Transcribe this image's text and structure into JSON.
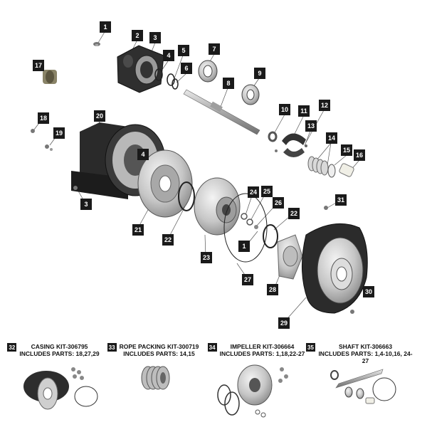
{
  "callouts": [
    "1",
    "2",
    "3",
    "4",
    "5",
    "6",
    "7",
    "8",
    "9",
    "10",
    "11",
    "12",
    "13",
    "14",
    "15",
    "16",
    "17",
    "18",
    "19",
    "20",
    "4",
    "3",
    "21",
    "22",
    "23",
    "24",
    "25",
    "26",
    "1",
    "22",
    "27",
    "28",
    "29",
    "30",
    "31"
  ],
  "kits": [
    {
      "number": "32",
      "title": "CASING KIT-306795",
      "parts": "INCLUDES PARTS: 18,27,29"
    },
    {
      "number": "33",
      "title": "ROPE PACKING KIT-300719",
      "parts": "INCLUDES PARTS: 14,15"
    },
    {
      "number": "34",
      "title": "IMPELLER KIT-306664",
      "parts": "INCLUDES PARTS: 1,18,22-27"
    },
    {
      "number": "35",
      "title": "SHAFT KIT-306663",
      "parts": "INCLUDES PARTS: 1,4-10,16, 24-27"
    }
  ],
  "colors": {
    "label_bg": "#1a1a1a",
    "metal": "#c8c8c8",
    "casting": "#2b2b2b"
  }
}
